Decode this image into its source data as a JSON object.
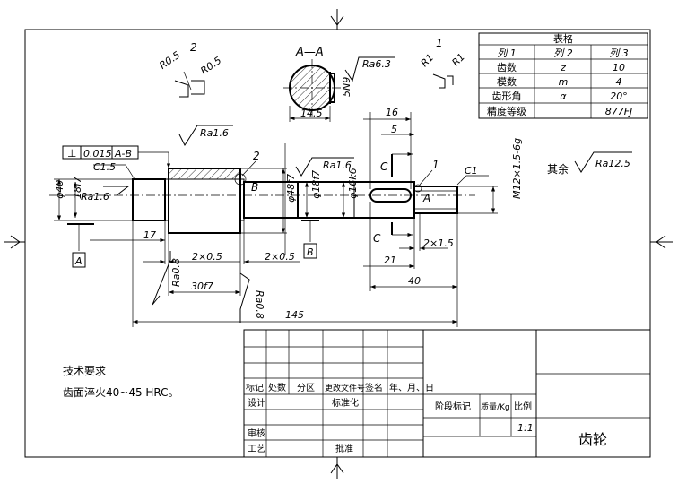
{
  "gear_table": {
    "title": "表格",
    "headers": [
      "列 1",
      "列 2",
      "列 3"
    ],
    "rows": [
      [
        "齿数",
        "z",
        "10"
      ],
      [
        "模数",
        "m",
        "4"
      ],
      [
        "齿形角",
        "α",
        "20°"
      ],
      [
        "精度等级",
        "",
        "877FJ"
      ]
    ]
  },
  "details": {
    "detail2": {
      "label": "2",
      "r_left": "R0.5",
      "r_right": "R0.5"
    },
    "detail1": {
      "label": "1",
      "r_left": "R1",
      "r_right": "R1"
    },
    "section": {
      "label": "A—A",
      "roughness": "Ra6.3",
      "depth": "5N9",
      "width": "14.5"
    }
  },
  "dimensions": {
    "tolerance": {
      "symbol": "⊥",
      "value": "0.015",
      "datum": "A-B"
    },
    "ra_left": "Ra1.6",
    "ra_top": "Ra1.6",
    "ra_mid": "Ra1.6",
    "ra_bottom1": "Ra0.8",
    "ra_bottom2": "Ra0.8",
    "chamfer_left": "C1.5",
    "chamfer_right": "C1",
    "dia_40": "φ40",
    "dia_18f7_left": "18f7",
    "dia_48f7": "φ48f7",
    "dia_18f7_right": "φ18f7",
    "dia_16k6": "φ16k6",
    "thread": "M12×1.5-6g",
    "len_17": "17",
    "groove_2x05_a": "2×0.5",
    "groove_2x05_b": "2×0.5",
    "len_30f7": "30f7",
    "len_145": "145",
    "len_16": "16",
    "len_5": "5",
    "groove_2x15": "2×1.5",
    "len_21": "21",
    "len_40": "40",
    "mark_c1": "C",
    "mark_c2": "C",
    "mark_1": "1",
    "mark_2": "2",
    "datum_a": "A",
    "datum_b": "B",
    "label_b": "B",
    "label_a": "A"
  },
  "other_roughness": {
    "prefix": "其余",
    "value": "Ra12.5"
  },
  "tech_requirements": {
    "title": "技术要求",
    "line1": "齿面淬火40~45 HRC。"
  },
  "title_block": {
    "mark": "标记",
    "count": "处数",
    "zone": "分区",
    "change_doc": "更改文件号",
    "sign": "签名",
    "date": "年、月、日",
    "design": "设计",
    "standard": "标准化",
    "stage_mark": "阶段标记",
    "weight": "质量/Kg",
    "scale_label": "比例",
    "scale_value": "1:1",
    "review": "审核",
    "process": "工艺",
    "approve": "批准",
    "part_name": "齿轮"
  }
}
